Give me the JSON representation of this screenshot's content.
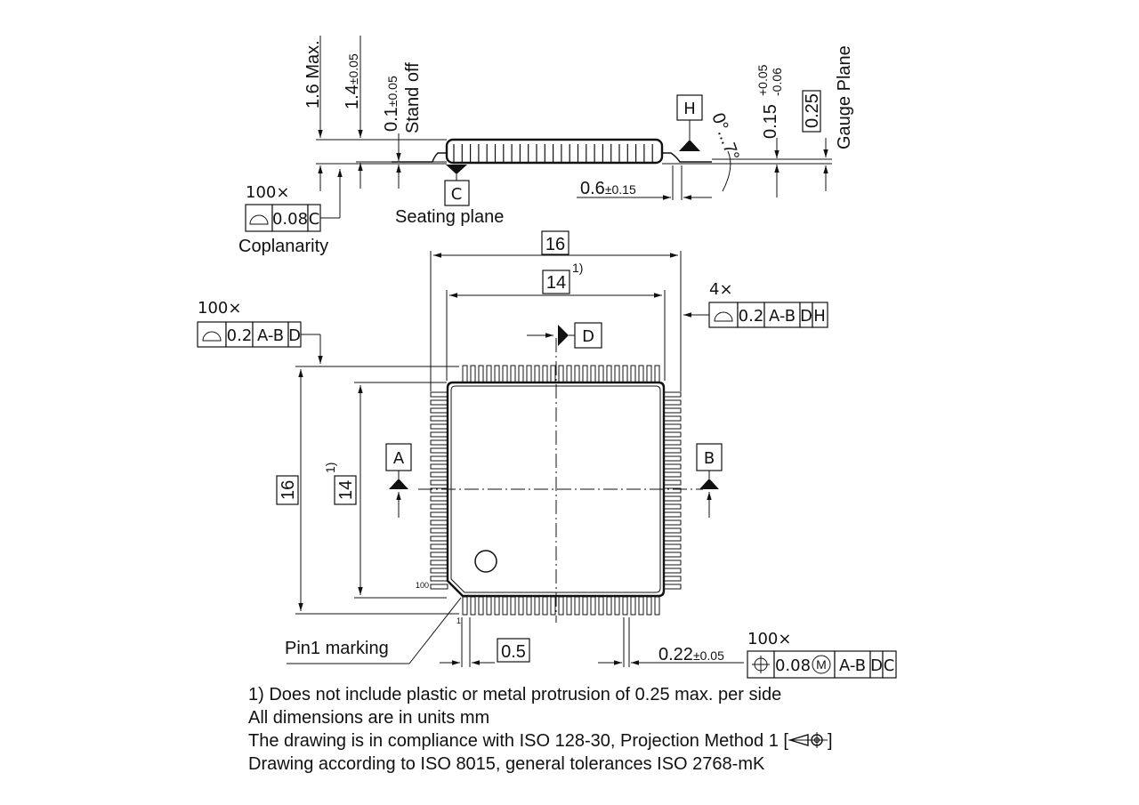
{
  "side_view": {
    "max_height": "1.6 Max.",
    "body_height_nominal": "1.4",
    "body_height_tol": "±0.05",
    "standoff_nominal": "0.1",
    "standoff_tol": "±0.05",
    "standoff_label": "Stand off",
    "datum_c": "C",
    "datum_h": "H",
    "seating_plane_label": "Seating plane",
    "angle_start": "0°",
    "angle_sep": "...",
    "angle_end": "7°",
    "lead_length_nominal": "0.6",
    "lead_length_tol": "±0.15",
    "lead_thickness_nominal": "0.15",
    "lead_thickness_tol_plus": "+0.05",
    "lead_thickness_tol_minus": "-0.06",
    "gauge_value": "0.25",
    "gauge_label": "Gauge Plane",
    "coplanarity_multiplier": "100×",
    "coplanarity_value": "0.08",
    "coplanarity_datum": "C",
    "coplanarity_label": "Coplanarity"
  },
  "top_view": {
    "overall_width": "16",
    "body_width": "14",
    "body_note_ref": "1)",
    "overall_height": "16",
    "body_height": "14",
    "datum_a": "A",
    "datum_b": "B",
    "datum_d": "D",
    "profile_left_multiplier": "100×",
    "profile_left_value": "0.2",
    "profile_left_datums": [
      "A-B",
      "D"
    ],
    "profile_right_multiplier": "4×",
    "profile_right_value": "0.2",
    "profile_right_datums": [
      "A-B",
      "D",
      "H"
    ],
    "pin_100_label": "100",
    "pin_1_label": "1",
    "pin1_marking_label": "Pin1 marking",
    "pitch_value": "0.5",
    "lead_width_nominal": "0.22",
    "lead_width_tol": "±0.05",
    "position_multiplier": "100×",
    "position_value": "0.08",
    "position_modifier": "M",
    "position_datums": [
      "A-B",
      "D",
      "C"
    ]
  },
  "notes": [
    "1) Does not include plastic or metal protrusion of 0.25 max. per side",
    "All dimensions are in units mm",
    "The drawing is in compliance with ISO 128-30, Projection Method 1 [",
    "]",
    "Drawing according to ISO 8015, general tolerances ISO 2768-mK"
  ],
  "pins_per_side": 25
}
